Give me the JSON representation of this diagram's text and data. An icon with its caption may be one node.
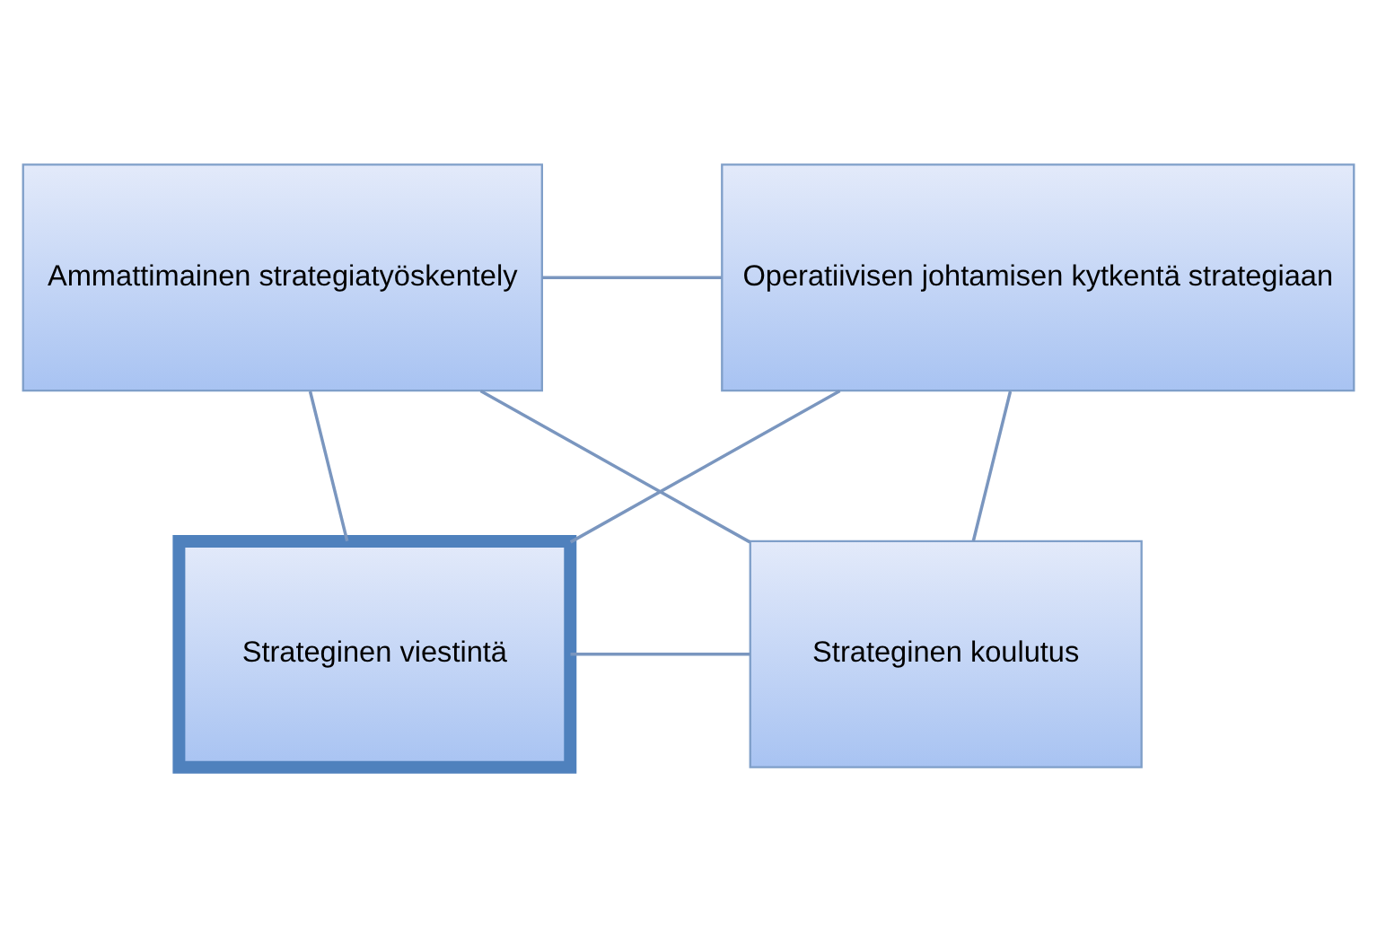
{
  "diagram": {
    "nodes": [
      {
        "text": [
          "Ammattimainen strategiatyöskentely"
        ]
      },
      {
        "text": [
          "Operatiivisen johtamisen kytkentä strategiaan"
        ]
      },
      {
        "text": [
          "Strateginen viestintä"
        ]
      },
      {
        "text": [
          "Strateginen koulutus"
        ]
      }
    ],
    "edges": [
      {
        "from": 0,
        "to": 1,
        "arrow": "none"
      },
      {
        "from": 0,
        "to": 2,
        "arrow": "none"
      },
      {
        "from": 1,
        "to": 3,
        "arrow": "none"
      },
      {
        "from": 0,
        "to": 3,
        "arrow": "none"
      },
      {
        "from": 1,
        "to": 2,
        "arrow": "none"
      },
      {
        "from": 2,
        "to": 3,
        "arrow": "none"
      }
    ]
  }
}
